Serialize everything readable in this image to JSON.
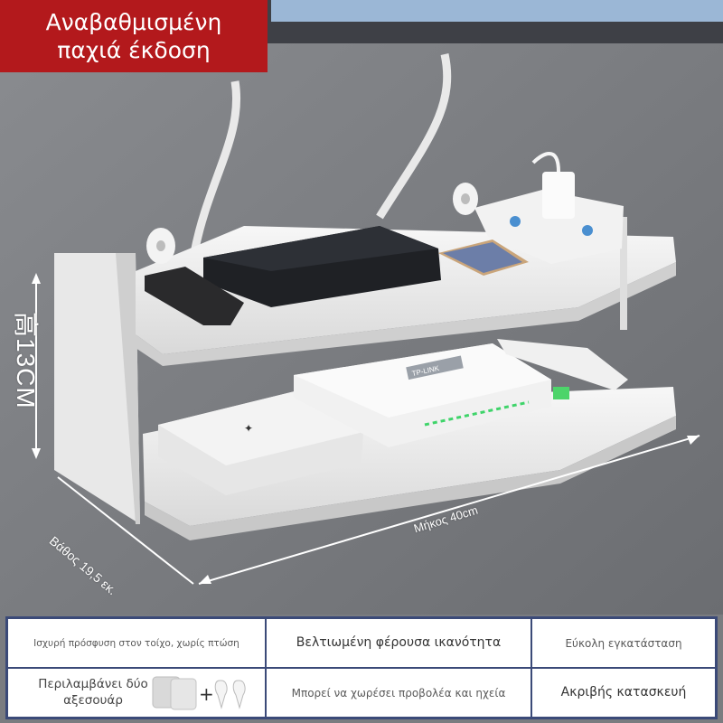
{
  "badge": {
    "line1": "Αναβαθμισμένη",
    "line2": "παχιά έκδοση"
  },
  "dimensions": {
    "height": "高13CM",
    "depth": "Βάθος 19,5 εκ.",
    "length": "Μήκος 40cm"
  },
  "features": {
    "wall_mount": "Ισχυρή πρόσφυση στον τοίχο, χωρίς πτώση",
    "load_capacity": "Βελτιωμένη φέρουσα ικανότητα",
    "installation": "Εύκολη εγκατάσταση",
    "accessories": "Περιλαμβάνει δύο αξεσουάρ",
    "capacity": "Μπορεί να χωρέσει προβολέα και ηχεία",
    "craftsmanship": "Ακριβής κατασκευή"
  },
  "router_brand": "TP-LINK",
  "colors": {
    "badge": "#b3191c",
    "shelf": "#f2f2f2",
    "wall": "#7a7c80",
    "table_border": "#3b4a78"
  }
}
